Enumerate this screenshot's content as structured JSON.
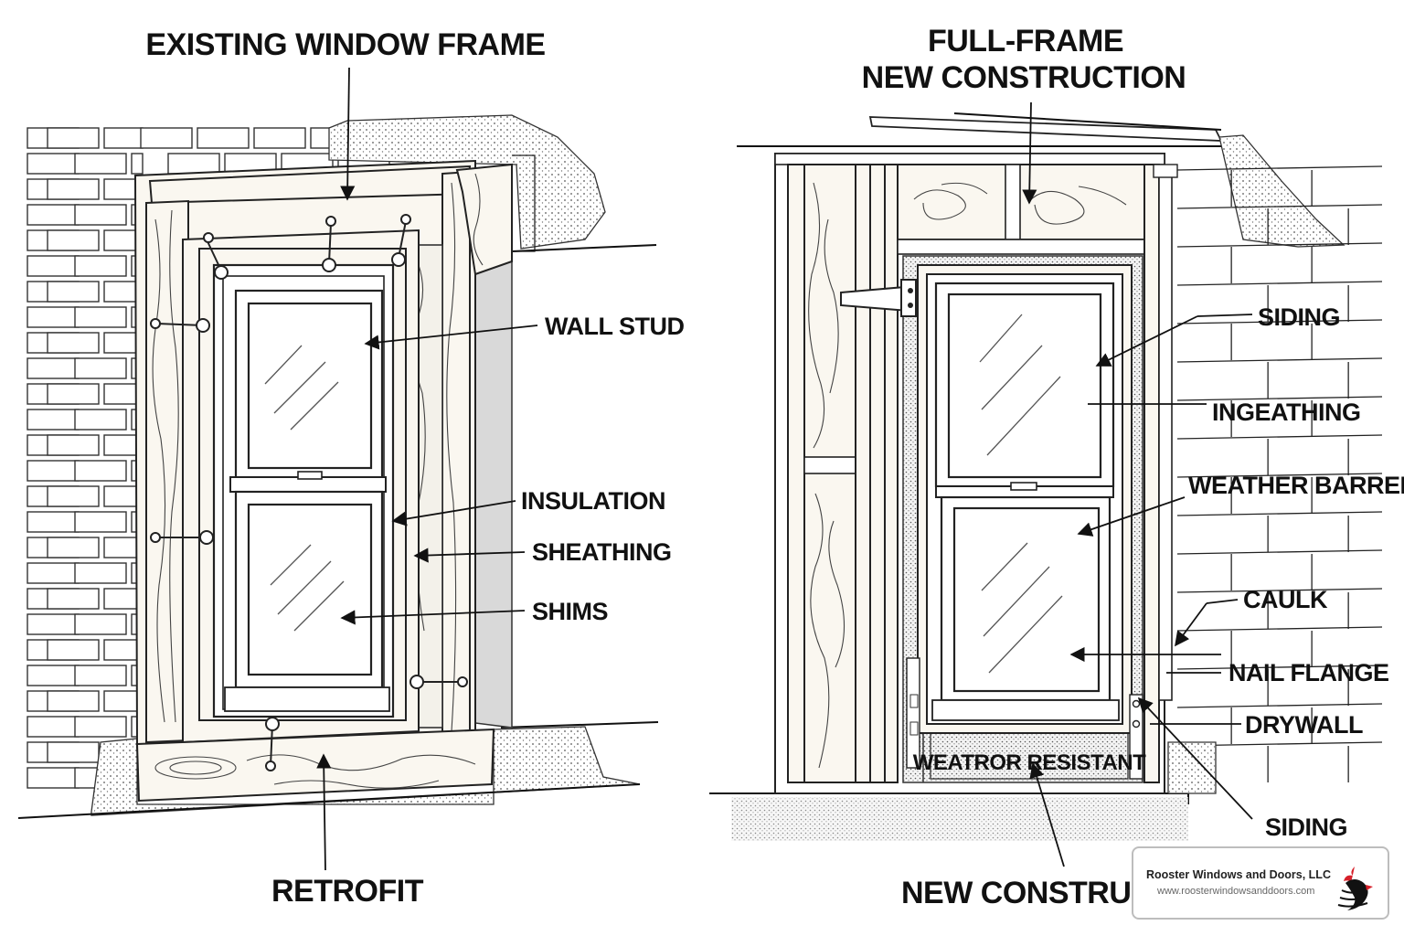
{
  "left_panel": {
    "title": "EXISTING WINDOW FRAME",
    "labels": {
      "wall_stud": "WALL STUD",
      "insulation": "INSULATION",
      "sheathing": "SHEATHING",
      "shims": "SHIMS"
    },
    "caption": "RETROFIT"
  },
  "right_panel": {
    "title_line1": "FULL-FRAME",
    "title_line2": "NEW CONSTRUCTION",
    "labels": {
      "siding_top": "SIDING",
      "ingeathing": "INGEATHING",
      "weather_barrier": "WEATHER BARRER",
      "caulk": "CAULK",
      "nail_flange": "NAIL FLANGE",
      "drywall": "DRYWALL",
      "weather_resistant": "WEATROR RESISTANT",
      "siding_bottom": "SIDING"
    },
    "caption": "NEW CONSTRUCT"
  },
  "brand": {
    "name": "Rooster Windows and Doors, LLC",
    "url": "www.roosterwindowsanddoors.com",
    "logo_icon": "rooster-logo-icon",
    "accent_color": "#d6202a"
  }
}
